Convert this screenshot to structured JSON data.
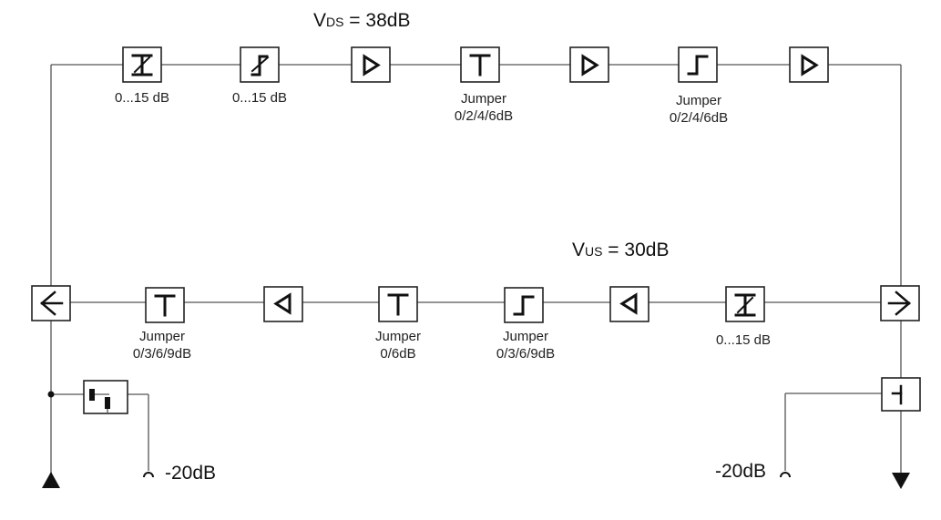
{
  "downstream": {
    "gain_v": "V",
    "gain_sub": "DS",
    "gain_value": " = 38dB",
    "labels": {
      "eq_range": "0...15 dB",
      "att_range": "0...15 dB",
      "jumper1_title": "Jumper",
      "jumper1_values": "0/2/4/6dB",
      "jumper2_title": "Jumper",
      "jumper2_values": "0/2/4/6dB"
    }
  },
  "upstream": {
    "gain_v": "V",
    "gain_sub": "US",
    "gain_value": " = 30dB",
    "labels": {
      "jumper1_title": "Jumper",
      "jumper1_values": "0/3/6/9dB",
      "jumper2_title": "Jumper",
      "jumper2_values": "0/6dB",
      "jumper3_title": "Jumper",
      "jumper3_values": "0/3/6/9dB",
      "eq_range": "0...15 dB"
    }
  },
  "test_points": {
    "left": "-20dB",
    "right": "-20dB"
  }
}
